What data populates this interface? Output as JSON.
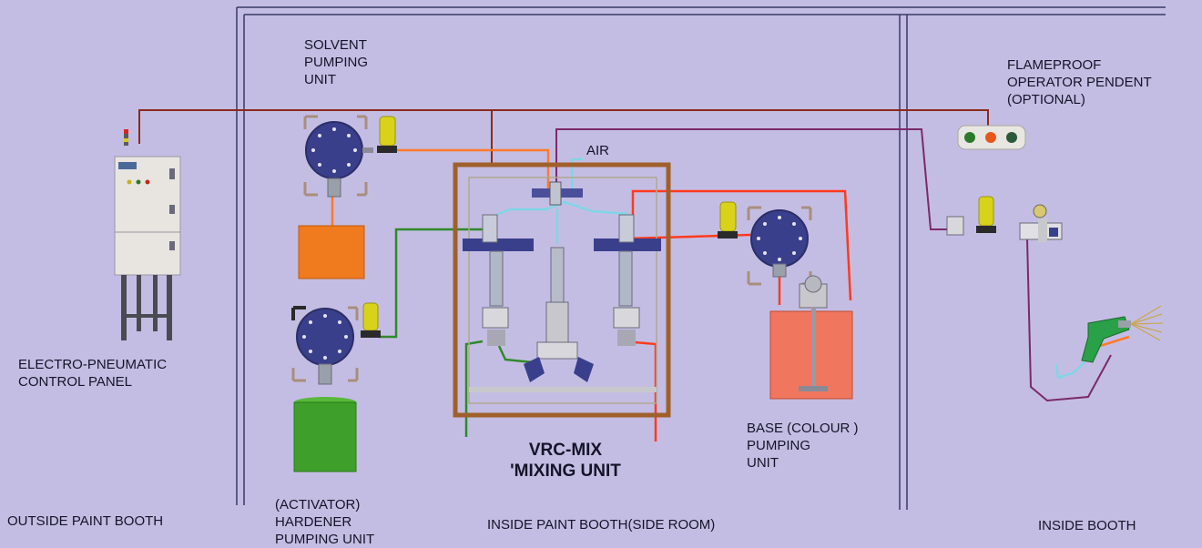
{
  "labels": {
    "solvent_unit": "SOLVENT\nPUMPING\nUNIT",
    "air": "AIR",
    "pendent": "FLAMEPROOF\nOPERATOR PENDENT\n(OPTIONAL)",
    "control_panel": "ELECTRO-PNEUMATIC\nCONTROL PANEL",
    "mixing_unit": "VRC-MIX\n'MIXING UNIT",
    "base_unit": "BASE (COLOUR )\nPUMPING\nUNIT",
    "hardener_unit": "(ACTIVATOR)\nHARDENER\nPUMPING UNIT",
    "zone_outside": "OUTSIDE PAINT BOOTH",
    "zone_side_room": "INSIDE PAINT BOOTH(SIDE ROOM)",
    "zone_inside": "INSIDE BOOTH"
  },
  "colors": {
    "background": "#c4bde3",
    "frame_line": "#3a3a66",
    "control_cable": "#8b2a1a",
    "solvent_line": "#ff7a2a",
    "air_line": "#7fd6e6",
    "hardener_line": "#2f8a2a",
    "base_line": "#ff3a1e",
    "mixed_line": "#7a2a6a",
    "mixing_frame": "#a0602a",
    "pump_body": "#3a3f8c",
    "solvent_tank": "#f07a1e",
    "hardener_tank": "#3ea02a",
    "base_tank": "#f0765e",
    "filter": "#d8d21a",
    "signal_red": "#d8261a",
    "signal_green": "#2a7a2a",
    "signal_orange": "#e8561a"
  },
  "icons": [
    "control-panel-cabinet-icon",
    "diaphragm-pump-icon",
    "fluid-filter-icon",
    "solvent-tank-icon",
    "hardener-tank-icon",
    "base-tank-icon",
    "agitator-icon",
    "operator-pendent-icon",
    "spray-gun-icon",
    "mixing-valve-icon",
    "pressure-gauge-icon"
  ]
}
